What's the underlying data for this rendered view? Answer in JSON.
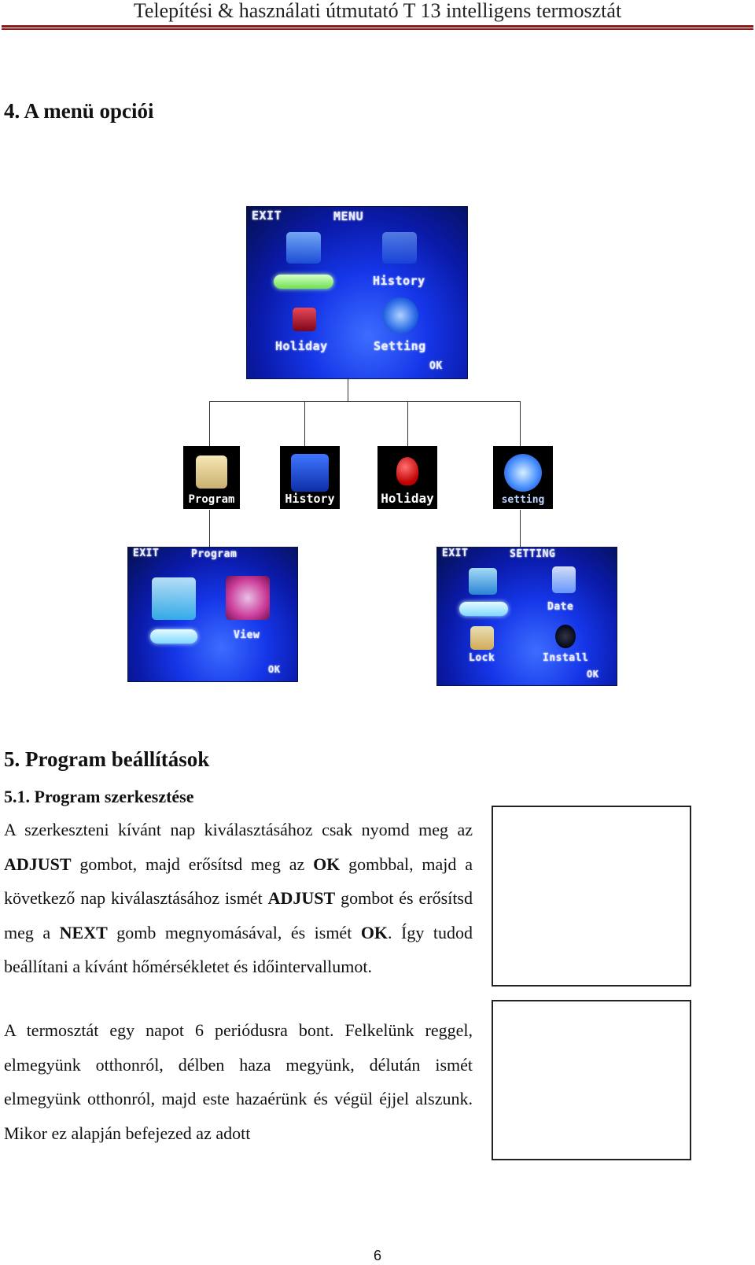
{
  "header": {
    "title": "Telepítési & használati útmutató T 13 intelligens termosztát"
  },
  "section4": {
    "heading": "4. A menü opciói"
  },
  "menu_screen": {
    "exit": "EXIT",
    "title": "MENU",
    "history": "History",
    "holiday": "Holiday",
    "setting": "Setting",
    "ok": "OK"
  },
  "icons": {
    "program": "Program",
    "history": "History",
    "holiday": "Holiday",
    "setting": "setting"
  },
  "program_screen": {
    "exit": "EXIT",
    "title": "Program",
    "view": "View",
    "ok": "OK"
  },
  "setting_screen": {
    "exit": "EXIT",
    "title": "SETTING",
    "date": "Date",
    "lock": "Lock",
    "install": "Install",
    "ok": "OK"
  },
  "section5": {
    "heading": "5. Program beállítások",
    "sub_heading": "5.1. Program szerkesztése",
    "p1": {
      "t1": "A szerkeszteni kívánt nap kiválasztásához csak nyomd meg az ",
      "b1": "ADJUST",
      "t2": " gombot, majd erősítsd meg az ",
      "b2": "OK",
      "t3": " gombbal, majd a következő nap kiválasztásához ismét ",
      "b3": "ADJUST",
      "t4": " gombot és erősítsd meg a ",
      "b4": "NEXT",
      "t5": " gomb megnyomásával, és ismét ",
      "b5": "OK",
      "t6": ". Így tudod beállítani a kívánt hőmérsékletet és időintervallumot."
    },
    "p2": "A termosztát egy napot 6 periódusra bont. Felkelünk reggel, elmegyünk otthonról, délben haza megyünk, délután ismét elmegyünk otthonról, majd este hazaérünk és végül éjjel alszunk. Mikor ez alapján befejezed az adott"
  },
  "footer": {
    "page_number": "6"
  }
}
